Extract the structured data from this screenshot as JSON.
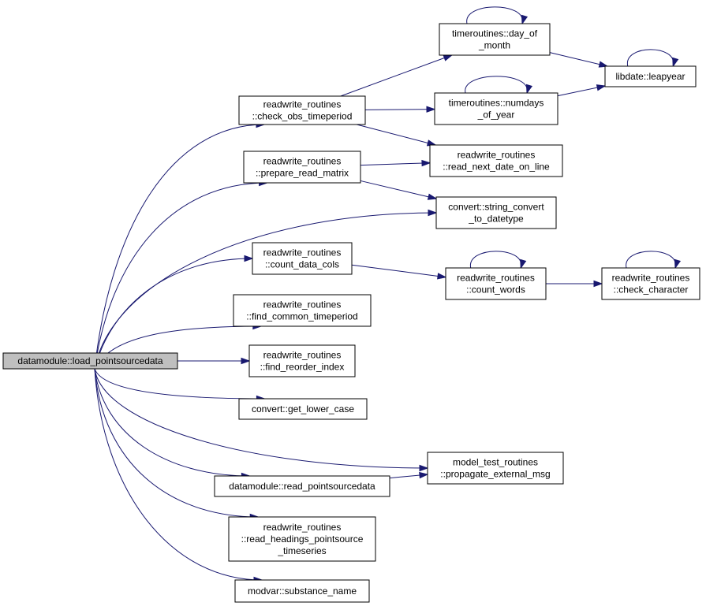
{
  "graph": {
    "colors": {
      "edge": "#191970",
      "root_fill": "#bfbfbf",
      "node_fill": "#ffffff",
      "node_stroke": "#000000"
    },
    "nodes": {
      "load_pointsourcedata": {
        "lines": [
          "datamodule::load_pointsourcedata"
        ],
        "root": true
      },
      "check_obs_timeperiod": {
        "lines": [
          "readwrite_routines",
          "::check_obs_timeperiod"
        ]
      },
      "day_of_month": {
        "lines": [
          "timeroutines::day_of",
          "_month"
        ]
      },
      "leapyear": {
        "lines": [
          "libdate::leapyear"
        ]
      },
      "numdays_of_year": {
        "lines": [
          "timeroutines::numdays",
          "_of_year"
        ]
      },
      "read_next_date_on_line": {
        "lines": [
          "readwrite_routines",
          "::read_next_date_on_line"
        ]
      },
      "prepare_read_matrix": {
        "lines": [
          "readwrite_routines",
          "::prepare_read_matrix"
        ]
      },
      "string_convert_to_datetype": {
        "lines": [
          "convert::string_convert",
          "_to_datetype"
        ]
      },
      "count_data_cols": {
        "lines": [
          "readwrite_routines",
          "::count_data_cols"
        ]
      },
      "count_words": {
        "lines": [
          "readwrite_routines",
          "::count_words"
        ]
      },
      "check_character": {
        "lines": [
          "readwrite_routines",
          "::check_character"
        ]
      },
      "find_common_timeperiod": {
        "lines": [
          "readwrite_routines",
          "::find_common_timeperiod"
        ]
      },
      "find_reorder_index": {
        "lines": [
          "readwrite_routines",
          "::find_reorder_index"
        ]
      },
      "get_lower_case": {
        "lines": [
          "convert::get_lower_case"
        ]
      },
      "propagate_external_msg": {
        "lines": [
          "model_test_routines",
          "::propagate_external_msg"
        ]
      },
      "read_pointsourcedata": {
        "lines": [
          "datamodule::read_pointsourcedata"
        ]
      },
      "read_headings_pointsource_timeseries": {
        "lines": [
          "readwrite_routines",
          "::read_headings_pointsource",
          "_timeseries"
        ]
      },
      "substance_name": {
        "lines": [
          "modvar::substance_name"
        ]
      }
    },
    "edges": [
      [
        "load_pointsourcedata",
        "check_obs_timeperiod"
      ],
      [
        "load_pointsourcedata",
        "prepare_read_matrix"
      ],
      [
        "load_pointsourcedata",
        "string_convert_to_datetype"
      ],
      [
        "load_pointsourcedata",
        "count_data_cols"
      ],
      [
        "load_pointsourcedata",
        "find_common_timeperiod"
      ],
      [
        "load_pointsourcedata",
        "find_reorder_index"
      ],
      [
        "load_pointsourcedata",
        "get_lower_case"
      ],
      [
        "load_pointsourcedata",
        "propagate_external_msg"
      ],
      [
        "load_pointsourcedata",
        "read_pointsourcedata"
      ],
      [
        "load_pointsourcedata",
        "read_headings_pointsource_timeseries"
      ],
      [
        "load_pointsourcedata",
        "substance_name"
      ],
      [
        "check_obs_timeperiod",
        "day_of_month"
      ],
      [
        "check_obs_timeperiod",
        "numdays_of_year"
      ],
      [
        "check_obs_timeperiod",
        "read_next_date_on_line"
      ],
      [
        "day_of_month",
        "day_of_month"
      ],
      [
        "day_of_month",
        "leapyear"
      ],
      [
        "numdays_of_year",
        "numdays_of_year"
      ],
      [
        "numdays_of_year",
        "leapyear"
      ],
      [
        "leapyear",
        "leapyear"
      ],
      [
        "prepare_read_matrix",
        "read_next_date_on_line"
      ],
      [
        "prepare_read_matrix",
        "string_convert_to_datetype"
      ],
      [
        "count_data_cols",
        "count_words"
      ],
      [
        "count_words",
        "count_words"
      ],
      [
        "count_words",
        "check_character"
      ],
      [
        "check_character",
        "check_character"
      ],
      [
        "read_pointsourcedata",
        "propagate_external_msg"
      ]
    ]
  }
}
